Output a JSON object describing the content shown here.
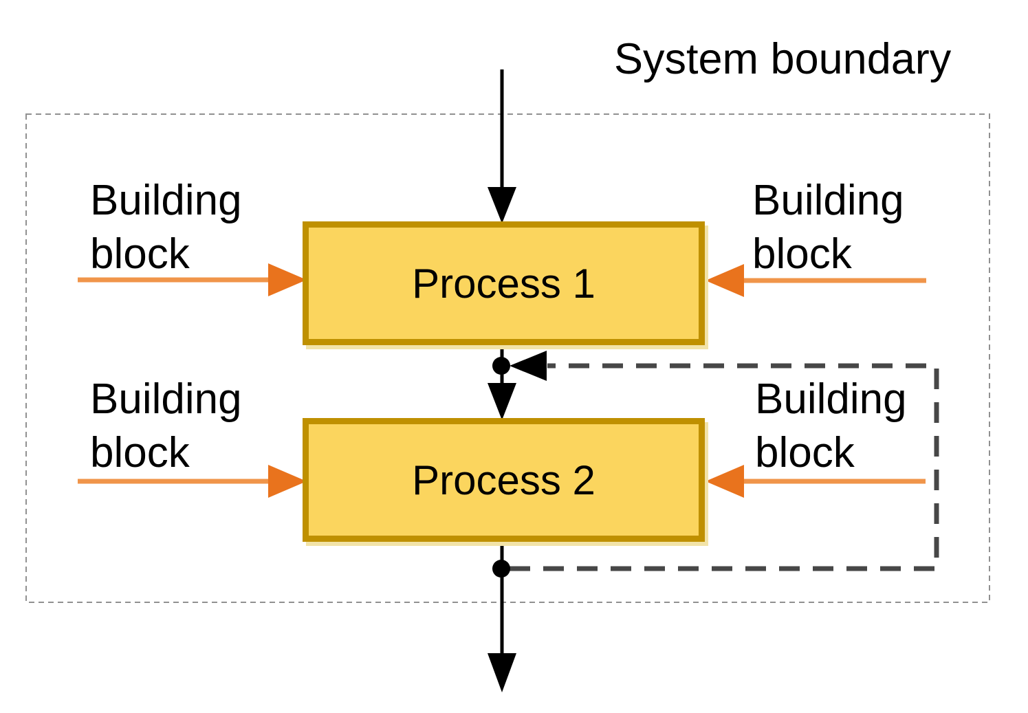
{
  "diagram": {
    "system_boundary_label": "System boundary",
    "process1_label": "Process 1",
    "process2_label": "Process 2",
    "building_blocks": {
      "top_left": "Building\nblock",
      "top_right": "Building\nblock",
      "mid_left": "Building\nblock",
      "mid_right": "Building\nblock"
    },
    "colors": {
      "process_fill": "#FBD55E",
      "process_border": "#BF9000",
      "orange_line": "#F0954A",
      "orange_arrowhead": "#E9731D",
      "flow_line": "#000000",
      "feedback_dash": "#474747",
      "boundary_dash": "#909090",
      "text": "#000000"
    }
  }
}
